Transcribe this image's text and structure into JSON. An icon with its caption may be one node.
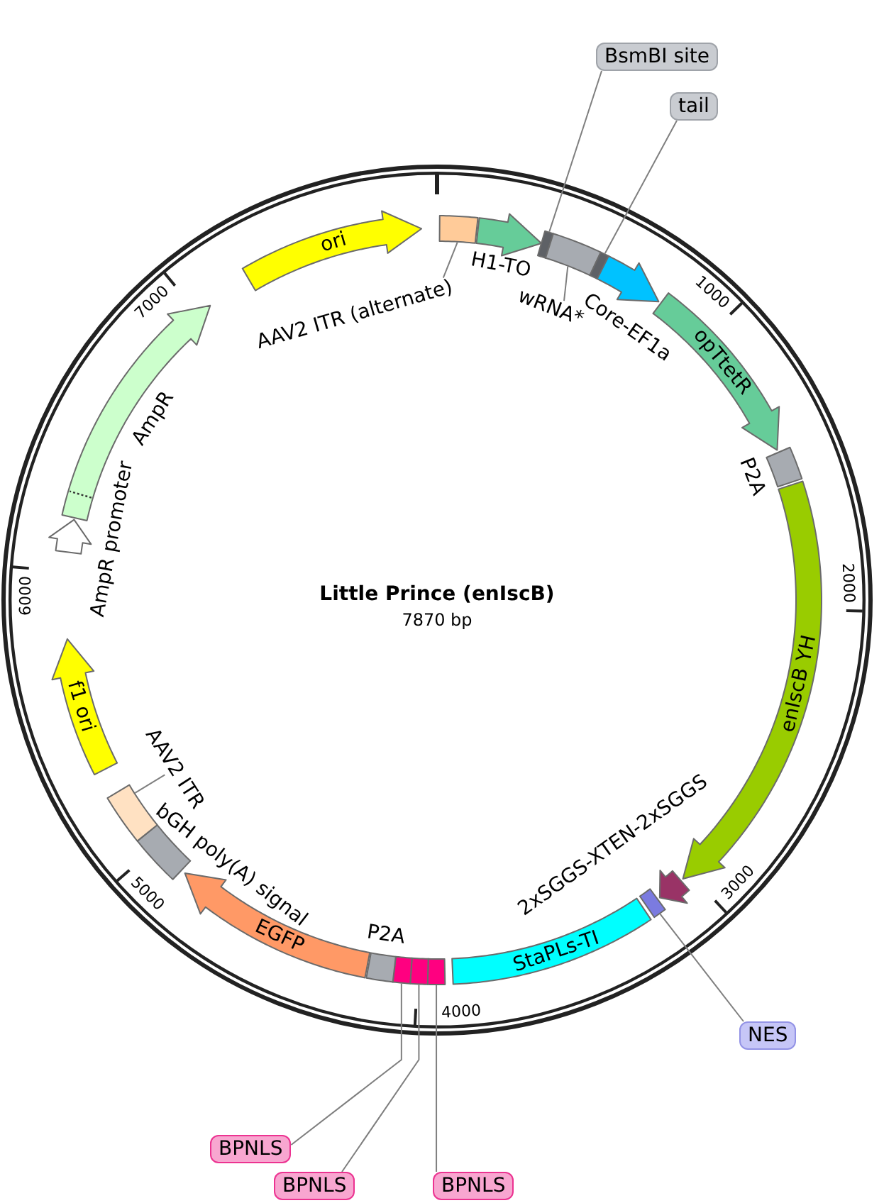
{
  "diagram": {
    "title": "Little Prince (enIscB)",
    "nodes": [
      {
        "text": [
          "BsmBI site"
        ]
      },
      {
        "text": [
          "tail"
        ]
      },
      {
        "text": [],
        "shape": "box"
      },
      {
        "text": [
          "H1-TO"
        ]
      },
      {
        "text": [],
        "shape": "box"
      },
      {
        "text": [],
        "shape": "box"
      },
      {
        "text": [],
        "shape": "box"
      },
      {
        "text": [
          "Core-EF1a"
        ]
      },
      {
        "text": [
          "opTtetR"
        ]
      },
      {
        "text": [
          "P2A"
        ]
      },
      {
        "text": [
          "enIscB YH"
        ]
      },
      {
        "text": [
          "2xSGGS-XTEN-2xSGGS"
        ]
      },
      {
        "text": [],
        "shape": "box"
      },
      {
        "text": [
          "StaPLs-TI"
        ]
      },
      {
        "text": [],
        "shape": "box"
      },
      {
        "text": [],
        "shape": "box"
      },
      {
        "text": [],
        "shape": "box"
      },
      {
        "text": [
          "P2A"
        ]
      },
      {
        "text": [
          "EGFP"
        ]
      },
      {
        "text": [
          "bGH poly(A) signal"
        ]
      },
      {
        "text": [],
        "shape": "box"
      },
      {
        "text": [
          "f1 ori"
        ]
      },
      {
        "text": [
          "AmpR promoter"
        ]
      },
      {
        "text": [
          "AmpR"
        ]
      },
      {
        "text": [
          "ori"
        ]
      },
      {
        "text": [
          "AAV2 ITR (alternate)"
        ]
      },
      {
        "text": [
          "wRNA*"
        ]
      },
      {
        "text": [
          "AAV2 ITR"
        ]
      },
      {
        "text": [
          "NES"
        ]
      },
      {
        "text": [
          "BPNLS"
        ]
      },
      {
        "text": [
          "BPNLS"
        ]
      },
      {
        "text": [
          "BPNLS"
        ]
      }
    ],
    "edges": [
      {
        "from": 0,
        "to": 4,
        "arrow": "none"
      },
      {
        "from": 1,
        "to": 6,
        "arrow": "none"
      },
      {
        "from": 25,
        "to": 2,
        "arrow": "none"
      },
      {
        "from": 26,
        "to": 5,
        "arrow": "none"
      },
      {
        "from": 28,
        "to": 12,
        "arrow": "none"
      },
      {
        "from": 29,
        "to": 16,
        "arrow": "none"
      },
      {
        "from": 30,
        "to": 15,
        "arrow": "none"
      },
      {
        "from": 31,
        "to": 14,
        "arrow": "none"
      },
      {
        "from": 27,
        "to": 20,
        "arrow": "none"
      }
    ],
    "labels": [
      "7870 bp",
      "1000",
      "2000",
      "3000",
      "4000",
      "5000",
      "6000",
      "7000"
    ]
  }
}
